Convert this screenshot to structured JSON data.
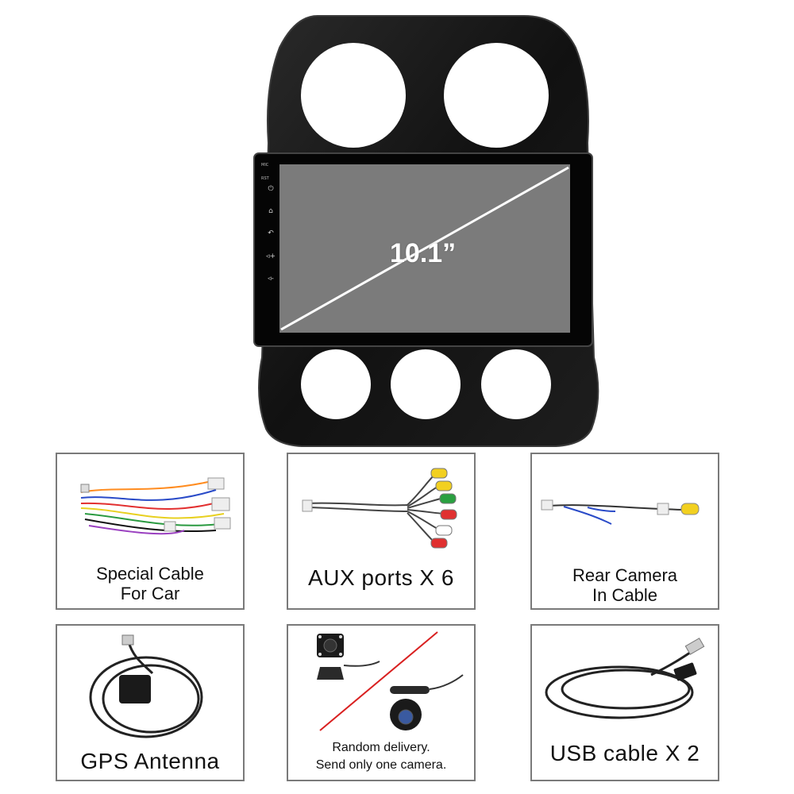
{
  "product": {
    "screen_size_label": "10.1”",
    "side_buttons": [
      {
        "icon": "mic-icon",
        "label": "MIC"
      },
      {
        "icon": "reset-icon",
        "label": "RST"
      },
      {
        "icon": "power-icon",
        "glyph": "⏻"
      },
      {
        "icon": "home-icon",
        "glyph": "⌂"
      },
      {
        "icon": "back-icon",
        "glyph": "↶"
      },
      {
        "icon": "volume-up-icon",
        "glyph": "◃+"
      },
      {
        "icon": "volume-down-icon",
        "glyph": "◃-"
      }
    ]
  },
  "accessories": [
    {
      "name": "special-cable",
      "caption_lines": [
        "Special Cable",
        "For Car"
      ]
    },
    {
      "name": "aux-ports",
      "caption_lines": [
        "AUX ports X 6"
      ]
    },
    {
      "name": "rear-camera-cable",
      "caption_lines": [
        "Rear Camera",
        "In Cable"
      ]
    },
    {
      "name": "gps-antenna",
      "caption_lines": [
        "GPS Antenna"
      ]
    },
    {
      "name": "camera",
      "caption_lines": [
        "Random delivery.",
        "Send only one camera."
      ]
    },
    {
      "name": "usb-cable",
      "caption_lines": [
        "USB cable X 2"
      ]
    }
  ],
  "colors": {
    "bezel": "#141414",
    "screen": "#7b7b7b",
    "panel_border": "#7a7a7a",
    "camera_slash": "#d92020"
  }
}
